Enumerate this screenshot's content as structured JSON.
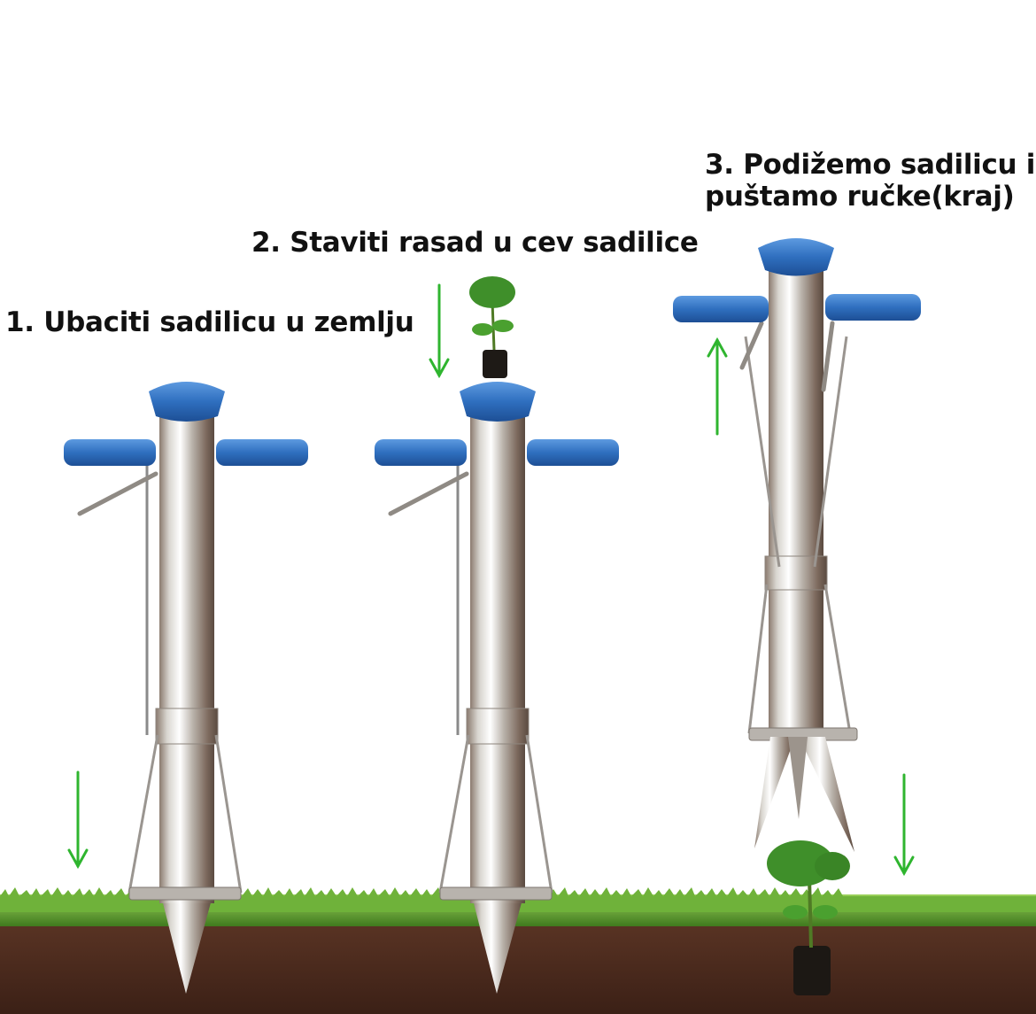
{
  "steps": [
    {
      "number": "1.",
      "text": "Ubaciti sadilicu u zemlju",
      "label": "1. Ubaciti sadilicu u zemlju"
    },
    {
      "number": "2.",
      "text": "Staviti rasad u cev sadilice",
      "label": "2. Staviti rasad u cev sadilice"
    },
    {
      "number": "3.",
      "text": "Podižemo sadilicu i puštamo ručke(kraj)",
      "label_line1": "3. Podižemo sadilicu i",
      "label_line2": "puštamo ručke(kraj)"
    }
  ],
  "icons": {
    "arrow_down": "arrow-down-icon",
    "arrow_up": "arrow-up-icon"
  },
  "colors": {
    "arrow": "#2fb52f",
    "handle": "#2f6fbf",
    "grass": "#5a9a2a",
    "soil": "#4a2a1c",
    "steel": "#c9c7c2"
  }
}
